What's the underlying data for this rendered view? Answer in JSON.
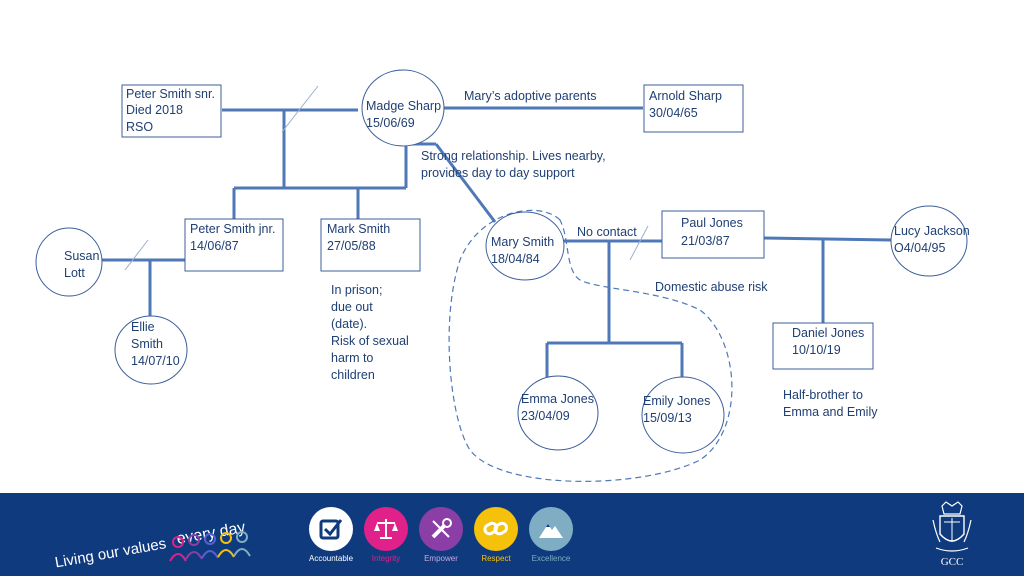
{
  "people": {
    "peter_snr": {
      "name": "Peter Smith snr.",
      "line2": "Died 2018",
      "line3": "RSO"
    },
    "madge": {
      "name": "Madge Sharp",
      "dob": "15/06/69"
    },
    "arnold": {
      "name": "Arnold Sharp",
      "dob": "30/04/65"
    },
    "peter_jnr": {
      "name": "Peter Smith jnr.",
      "dob": "14/06/87"
    },
    "mark": {
      "name": "Mark Smith",
      "dob": "27/05/88"
    },
    "susan": {
      "line1": "Susan",
      "line2": "Lott"
    },
    "ellie": {
      "line1": "Ellie",
      "line2": "Smith",
      "dob": "14/07/10"
    },
    "mary": {
      "name": "Mary Smith",
      "dob": "18/04/84"
    },
    "paul": {
      "name": "Paul Jones",
      "dob": "21/03/87"
    },
    "lucy": {
      "name": "Lucy Jackson",
      "dob": "O4/04/95"
    },
    "daniel": {
      "name": "Daniel Jones",
      "dob": "10/10/19"
    },
    "emma": {
      "name": "Emma Jones",
      "dob": "23/04/09"
    },
    "emily": {
      "name": "Emily Jones",
      "dob": "15/09/13"
    }
  },
  "annotations": {
    "adoptive": "Mary’s adoptive parents",
    "strong_1": "Strong relationship. Lives nearby,",
    "strong_2": "provides day to day support",
    "no_contact": "No contact",
    "domestic": "Domestic abuse risk",
    "prison": [
      "In prison;",
      "due out",
      "(date).",
      "Risk of sexual",
      "harm to",
      "children"
    ],
    "half_brother_1": "Half-brother to",
    "half_brother_2": "Emma and Emily"
  },
  "footer": {
    "slogan_prefix": "Living our values",
    "slogan_emphasis": "every day",
    "values": [
      {
        "label": "Accountable",
        "color": "#ffffff",
        "icon": "checkbox-icon"
      },
      {
        "label": "Integrity",
        "color": "#e0218a",
        "icon": "scales-icon"
      },
      {
        "label": "Empower",
        "color": "#8b3fa6",
        "icon": "tools-icon"
      },
      {
        "label": "Respect",
        "color": "#f6c10a",
        "icon": "link-icon"
      },
      {
        "label": "Excellence",
        "color": "#7faec4",
        "icon": "mountain-icon"
      }
    ],
    "crest_text": "GCC"
  },
  "colors": {
    "accent": "#4f78b8",
    "text": "#1f3f73",
    "footer_bg": "#0f3b7e"
  }
}
